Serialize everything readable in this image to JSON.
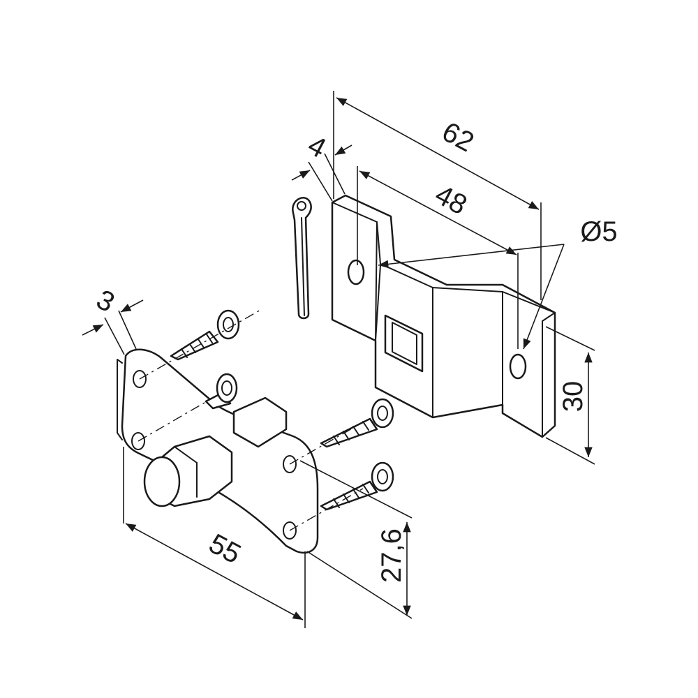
{
  "drawing": {
    "dimensions": {
      "overall_length": "62",
      "hole_spacing": "48",
      "plate_thickness_bracket": "4",
      "hole_diameter": "Ø5",
      "plate_thickness_flange": "3",
      "bracket_height": "30",
      "flange_length": "55",
      "flange_hole_spacing": "27,6"
    }
  }
}
